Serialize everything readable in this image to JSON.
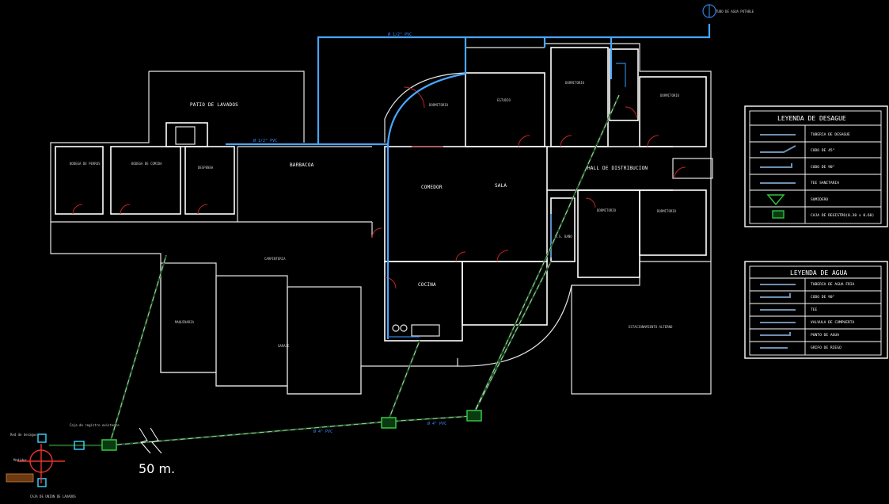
{
  "rooms": {
    "patio": "PATIO DE LAVADOS",
    "bodega1": "BODEGA DE PERROS",
    "bodega2": "BODEGA DE COMIDA",
    "dispensa": "DESPENSA",
    "barbacoa": "BARBACOA",
    "dormitorio_principal": "DORMITORIO",
    "estudio": "ESTUDIO",
    "dormitorio2": "DORMITORIO",
    "dormitorio3": "DORMITORIO",
    "comedor": "COMEDOR",
    "sala": "SALA",
    "hall": "HALL DE DISTRIBUCION",
    "dormitorio4": "DORMITORIO",
    "dormitorio5": "DORMITORIO",
    "bano": "S.S. BAÑO",
    "cocina": "COCINA",
    "carpinteria": "CARPINTERIA",
    "maquinaria": "MAQUINARIA",
    "garaje": "GARAJE",
    "estacionamiento": "ESTACIONAMIENTO ALTERNO"
  },
  "annotations": {
    "water_source": "TUBO DE AGUA POTABLE",
    "scale_distance": "50 m.",
    "caja_registro": "Caja de registro existente",
    "red_publica": "Red de desague",
    "caja_union": "CAJA DE UNION DE LAVADOS",
    "medidor": "Medidor",
    "pipe_label_1": "Ø 1/2\" PVC",
    "pipe_label_2": "Ø 4\" PVC"
  },
  "legend_desague": {
    "title": "LEYENDA DE DESAGUE",
    "rows": [
      "TUBERIA DE DESAGUE",
      "CODO DE 45°",
      "CODO DE 90°",
      "TEE SANITARIA",
      "SUMIDERO",
      "CAJA DE REGISTRO(0.30 x 0.60)"
    ]
  },
  "legend_agua": {
    "title": "LEYENDA DE AGUA",
    "rows": [
      "TUBERIA DE AGUA FRIA",
      "CODO DE 90°",
      "TEE",
      "VALVULA DE COMPUERTA",
      "PUNTO DE AGUA",
      "GRIFO DE RIEGO"
    ]
  },
  "colors": {
    "background": "#000000",
    "walls": "#ffffff",
    "water": "#48a6ff",
    "drain": "#1f5c25",
    "doors": "#c0232b",
    "boxes": "#2fbf3f"
  }
}
